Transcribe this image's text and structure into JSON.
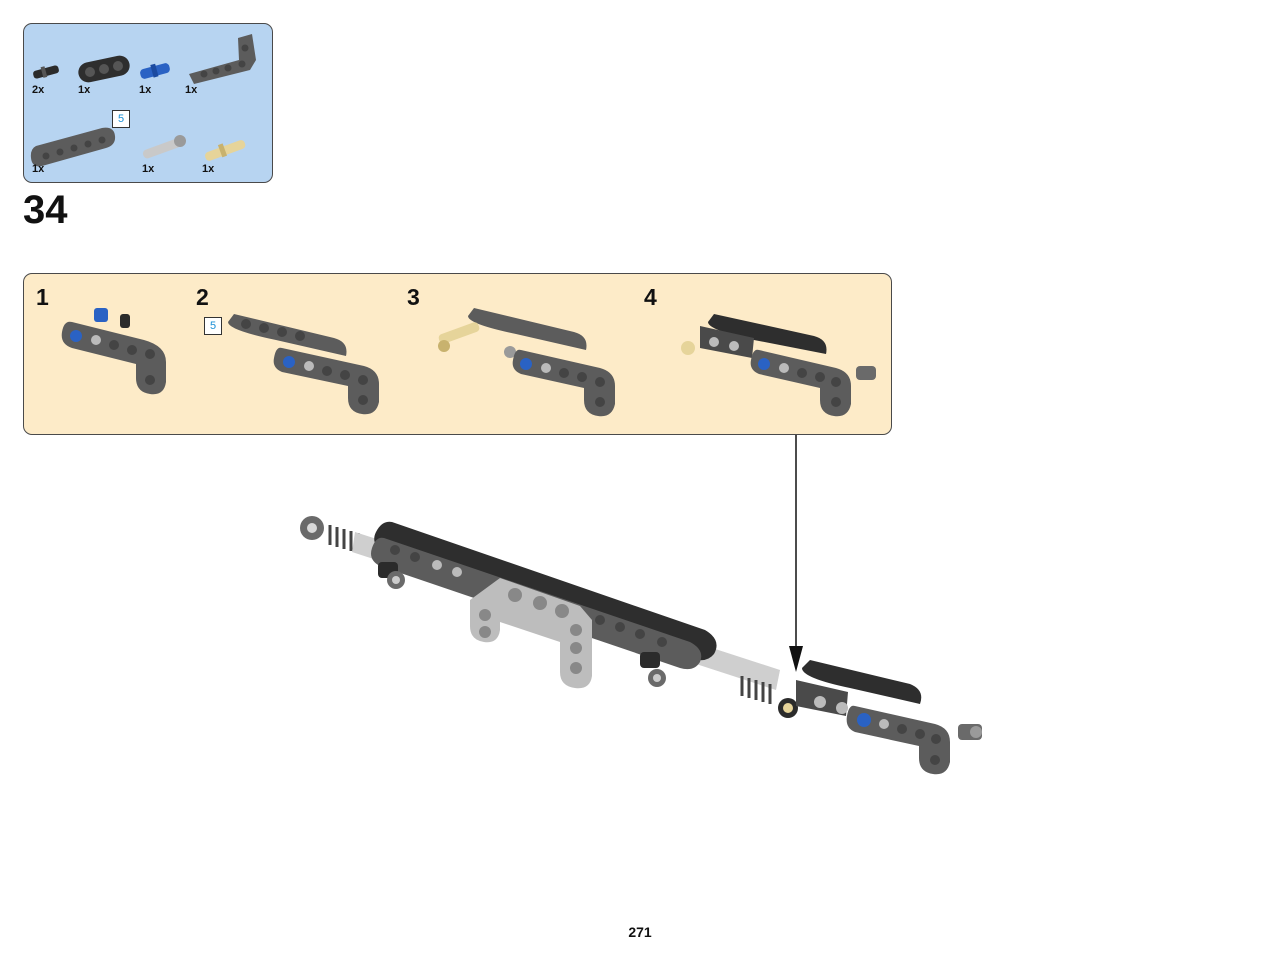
{
  "parts_list": {
    "items": [
      {
        "count": "2x",
        "part": "black-friction-pin"
      },
      {
        "count": "1x",
        "part": "thick-beam-black-3"
      },
      {
        "count": "1x",
        "part": "blue-axle-pin"
      },
      {
        "count": "1x",
        "part": "angled-beam-gray"
      },
      {
        "count": "1x",
        "part": "beam-gray-5"
      },
      {
        "count": "1x",
        "part": "light-gray-long-pin"
      },
      {
        "count": "1x",
        "part": "tan-axle-pin"
      }
    ],
    "length_badge": "5"
  },
  "step": {
    "number": "34"
  },
  "substeps": [
    {
      "number": "1"
    },
    {
      "number": "2",
      "badge": "5"
    },
    {
      "number": "3"
    },
    {
      "number": "4"
    }
  ],
  "page": {
    "number": "271"
  },
  "colors": {
    "parts_bg": "#b7d4f1",
    "substep_bg": "#fdebc8",
    "beam_dark": "#5c5c5c",
    "beam_black": "#2e2e2e",
    "blue_pin": "#2a62c4",
    "tan_pin": "#e6d49a",
    "badge_text": "#1a8fd6"
  }
}
